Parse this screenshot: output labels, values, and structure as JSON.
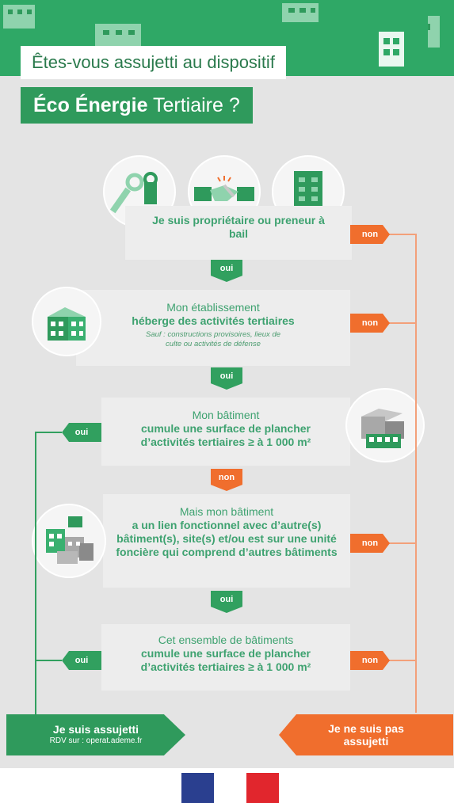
{
  "header": {
    "title_line1": "Êtes-vous assujetti au dispositif",
    "title_line2_bold": "Éco Énergie",
    "title_line2_light": "Tertiaire ?"
  },
  "steps": [
    {
      "light": "",
      "bold": "Je suis propriétaire ou preneur à bail",
      "note": ""
    },
    {
      "light": "Mon établissement",
      "bold": "héberge des activités tertiaires",
      "note": "Sauf : constructions provisoires, lieux de culte ou activités de défense"
    },
    {
      "light": "Mon bâtiment",
      "bold": "cumule une surface de plancher d’activités tertiaires ≥ à 1 000 m²",
      "note": ""
    },
    {
      "light": "Mais mon bâtiment",
      "bold": "a un lien fonctionnel avec d’autre(s) bâtiment(s), site(s) et/ou est sur une unité foncière qui comprend d’autres bâtiments",
      "note": ""
    },
    {
      "light": "Cet ensemble de bâtiments",
      "bold": "cumule une surface de plancher d’activités tertiaires ≥ à 1 000 m²",
      "note": ""
    }
  ],
  "labels": {
    "oui": "oui",
    "non": "non"
  },
  "results": {
    "yes_title": "Je suis assujetti",
    "yes_sub": "RDV sur : operat.ademe.fr",
    "no_title": "Je ne suis pas assujetti"
  },
  "icons": [
    "keys-icon",
    "handshake-icon",
    "office-building-icon",
    "building-icon",
    "buildings-group-icon",
    "buildings-cluster-icon",
    "republic-logo"
  ],
  "colors": {
    "green": "#31a05f",
    "orange": "#f06e2d",
    "text_green": "#3ea270",
    "background": "#e4e4e4"
  }
}
